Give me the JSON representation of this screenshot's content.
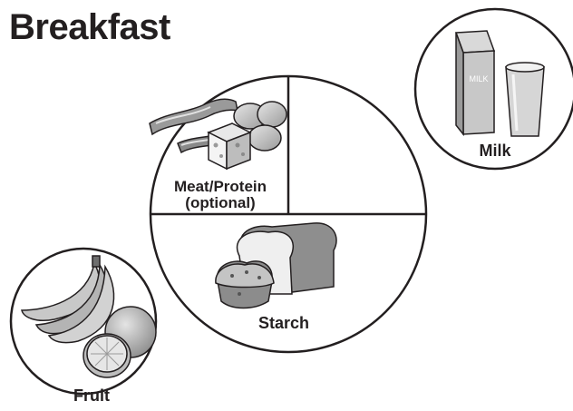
{
  "title": "Breakfast",
  "plate": {
    "meat_label_line1": "Meat/Protein",
    "meat_label_line2": "(optional)",
    "starch_label": "Starch"
  },
  "milk": {
    "label": "Milk",
    "carton_text": "MILK"
  },
  "fruit": {
    "label": "Fruit"
  },
  "icons": [
    "bacon-icon",
    "eggs-icon",
    "cheese-icon",
    "bread-icon",
    "muffin-icon",
    "milk-carton-icon",
    "milk-glass-icon",
    "banana-icon",
    "orange-icon",
    "orange-half-icon"
  ],
  "colors": {
    "ink": "#231f20",
    "fill_light": "#d4d4d4",
    "fill_mid": "#a8a8a8",
    "fill_dark": "#6e6e6e"
  }
}
